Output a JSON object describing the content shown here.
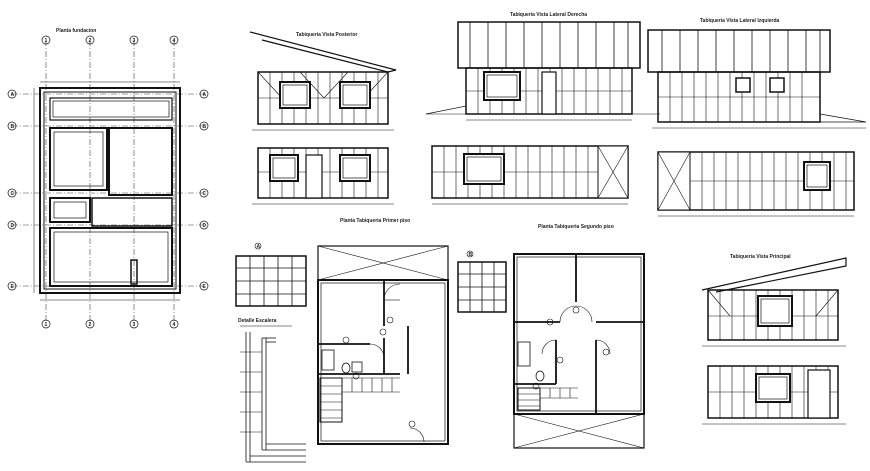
{
  "titles": {
    "plan_foundation": "Planta fundacion",
    "elev_front": "Tabiqueria Vista Posterior",
    "elev_right": "Tabiqueria Vista Lateral Derecha",
    "elev_left": "Tabiqueria Vista Lateral Izquierda",
    "plan_first": "Planta Tabiqueria Primer piso",
    "plan_second": "Planta Tabiqueria Segundo piso",
    "elev_main": "Tabiqueria Vista Principal",
    "stair_detail": "Detalle Escalera"
  },
  "grid_axes": {
    "top": [
      "1",
      "2",
      "3",
      "4"
    ],
    "left": [
      "A",
      "B",
      "C",
      "D",
      "E"
    ],
    "right": [
      "A",
      "B",
      "C",
      "D",
      "E"
    ],
    "bottom": [
      "1",
      "2",
      "3",
      "4"
    ]
  },
  "markers": {
    "panel_mark": "A",
    "door_mark": "B"
  }
}
